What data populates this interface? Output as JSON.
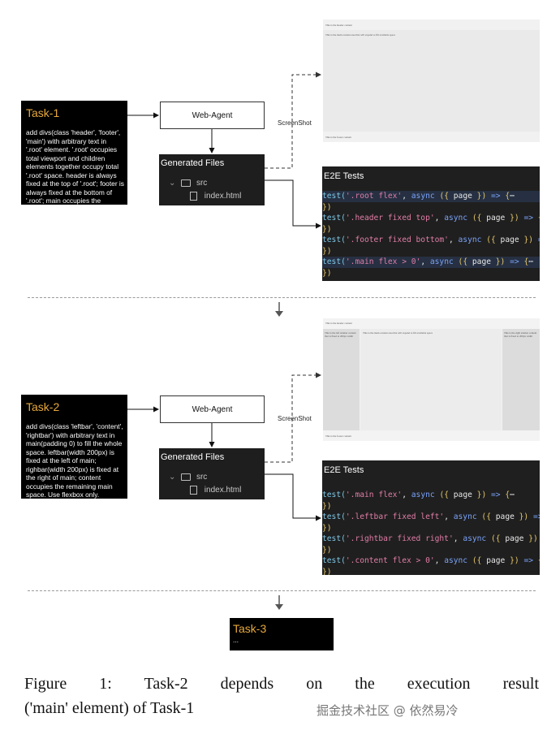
{
  "task1": {
    "title": "Task-1",
    "desc": "add divs(class 'header', 'footer', 'main') with arbitrary text in '.root' element. '.root' occupies total viewport and children elements together occupy total '.root' space. header is always fixed at the top of '.root'; footer is always fixed at the bottom of '.root'; main occupies the remaining '.root' space..."
  },
  "task2": {
    "title": "Task-2",
    "desc": "add divs(class 'leftbar', 'content', 'rightbar') with arbitrary text in main(padding 0) to fill the whole space. leftbar(width 200px) is fixed at the left of main; righbar(width 200px) is fixed at the right of main; content occupies the remaining main space. Use flexbox only."
  },
  "task3": {
    "title": "Task-3",
    "desc": "..."
  },
  "agent_label": "Web-Agent",
  "screenshot_label": "ScreenShot",
  "generated": {
    "title": "Generated Files",
    "folder": "src",
    "file": "index.html"
  },
  "e2e1": {
    "title": "E2E Tests",
    "tests": [
      {
        "name": "'.root flex'"
      },
      {
        "name": "'.header fixed top'"
      },
      {
        "name": "'.footer fixed bottom'"
      },
      {
        "name": "'.main flex > 0'"
      }
    ]
  },
  "e2e2": {
    "title": "E2E Tests",
    "tests": [
      {
        "name": "'.main flex'"
      },
      {
        "name": "'.leftbar fixed left'"
      },
      {
        "name": "'.rightbar fixed right'"
      },
      {
        "name": "'.content flex > 0'"
      }
    ]
  },
  "code": {
    "fn": "test(",
    "async": "async",
    "open": "({",
    "page": "page",
    "close": "})",
    "arrow": "=>",
    "brace": "{",
    "end": "})"
  },
  "shot1": {
    "header": "This is the header content",
    "main": "This is the main content area that will expand to fill available space",
    "footer": "This is the footer content"
  },
  "shot2": {
    "header": "This is the header content",
    "left": "This is the left sidebar content that is fixed at 200px width",
    "content": "This is the main content area that will expand to fill available space",
    "right": "This is the right sidebar content that is fixed at 200px width",
    "footer": "This is the footer content"
  },
  "caption": {
    "line1": "Figure 1:  Task-2 depends on the execution result",
    "line2": "('main' element) of Task-1"
  },
  "watermark": "掘金技术社区 @ 依然易冷",
  "colors": {
    "accent": "#e8a93b",
    "editor_bg": "#1e1e1e",
    "highlight": "#263042"
  }
}
